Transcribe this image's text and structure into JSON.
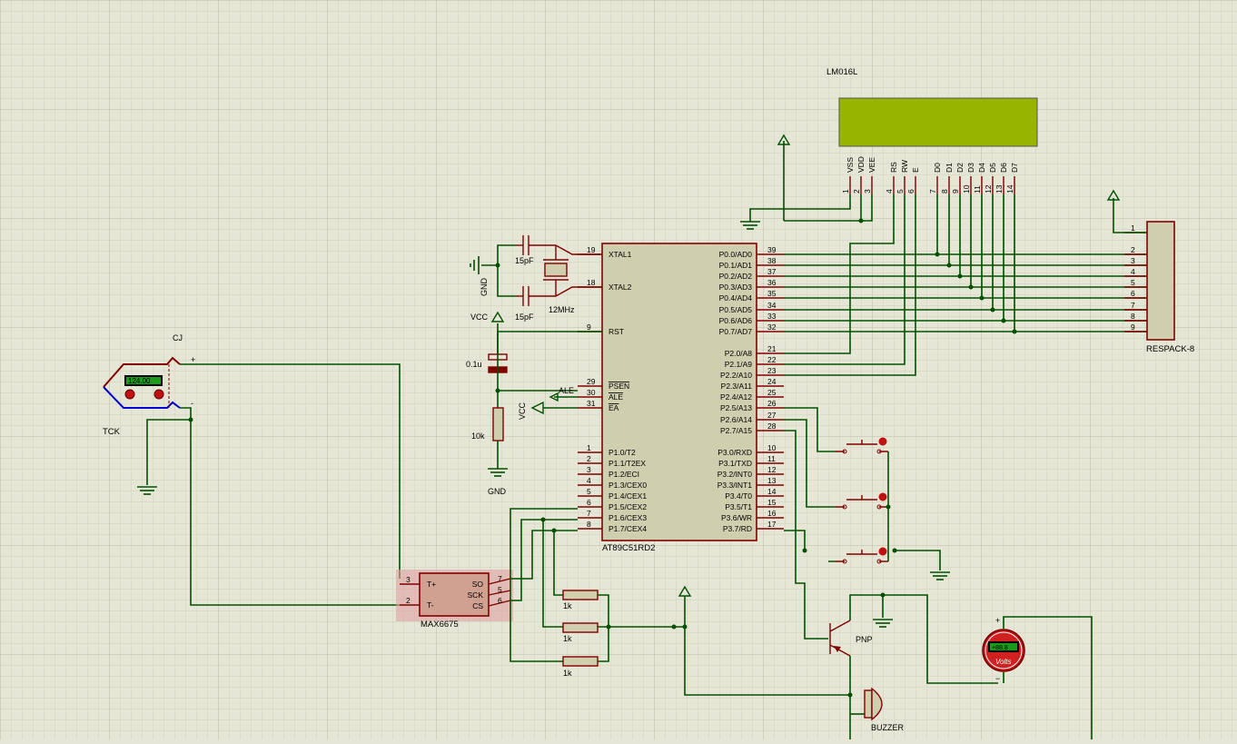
{
  "lcd": {
    "name": "LM016L",
    "pins": [
      "VSS",
      "VDD",
      "VEE",
      "RS",
      "RW",
      "E",
      "D0",
      "D1",
      "D2",
      "D3",
      "D4",
      "D5",
      "D6",
      "D7"
    ],
    "nums": [
      "1",
      "2",
      "3",
      "4",
      "5",
      "6",
      "7",
      "8",
      "9",
      "10",
      "11",
      "12",
      "13",
      "14"
    ],
    "color": "#96b400"
  },
  "mcu": {
    "name": "AT89C51RD2",
    "left": [
      [
        "19",
        "XTAL1"
      ],
      [
        "18",
        "XTAL2"
      ],
      [
        "9",
        "RST"
      ],
      [
        "29",
        "PSEN"
      ],
      [
        "30",
        "ALE"
      ],
      [
        "31",
        "EA"
      ],
      [
        "1",
        "P1.0/T2"
      ],
      [
        "2",
        "P1.1/T2EX"
      ],
      [
        "3",
        "P1.2/ECI"
      ],
      [
        "4",
        "P1.3/CEX0"
      ],
      [
        "5",
        "P1.4/CEX1"
      ],
      [
        "6",
        "P1.5/CEX2"
      ],
      [
        "7",
        "P1.6/CEX3"
      ],
      [
        "8",
        "P1.7/CEX4"
      ]
    ],
    "right": [
      [
        "39",
        "P0.0/AD0"
      ],
      [
        "38",
        "P0.1/AD1"
      ],
      [
        "37",
        "P0.2/AD2"
      ],
      [
        "36",
        "P0.3/AD3"
      ],
      [
        "35",
        "P0.4/AD4"
      ],
      [
        "34",
        "P0.5/AD5"
      ],
      [
        "33",
        "P0.6/AD6"
      ],
      [
        "32",
        "P0.7/AD7"
      ],
      [
        "21",
        "P2.0/A8"
      ],
      [
        "22",
        "P2.1/A9"
      ],
      [
        "23",
        "P2.2/A10"
      ],
      [
        "24",
        "P2.3/A11"
      ],
      [
        "25",
        "P2.4/A12"
      ],
      [
        "26",
        "P2.5/A13"
      ],
      [
        "27",
        "P2.6/A14"
      ],
      [
        "28",
        "P2.7/A15"
      ],
      [
        "10",
        "P3.0/RXD"
      ],
      [
        "11",
        "P3.1/TXD"
      ],
      [
        "12",
        "P3.2/INT0"
      ],
      [
        "13",
        "P3.3/INT1"
      ],
      [
        "14",
        "P3.4/T0"
      ],
      [
        "15",
        "P3.5/T1"
      ],
      [
        "16",
        "P3.6/WR"
      ],
      [
        "17",
        "P3.7/RD"
      ]
    ]
  },
  "respack": {
    "name": "RESPACK-8",
    "nums": [
      "1",
      "2",
      "3",
      "4",
      "5",
      "6",
      "7",
      "8",
      "9"
    ]
  },
  "max": {
    "name": "MAX6675",
    "left": [
      [
        "3",
        "T+"
      ],
      [
        "2",
        "T-"
      ]
    ],
    "right": [
      [
        "7",
        "SO"
      ],
      [
        "5",
        "SCK"
      ],
      [
        "6",
        "CS"
      ]
    ]
  },
  "tck": {
    "name": "TCK",
    "display": "124.00",
    "cj": "CJ",
    "plus": "+",
    "minus": "-"
  },
  "crystal": {
    "cap1": "15pF",
    "cap2": "15pF",
    "xtal": "12MHz"
  },
  "reset": {
    "cap": "0.1u",
    "res": "10k",
    "vcc": "VCC",
    "gnd": "GND"
  },
  "osc_gnd": "GND",
  "ea_vcc": "VCC",
  "ale_label": "ALE",
  "resistors": [
    "1k",
    "1k",
    "1k"
  ],
  "transistor": "PNP",
  "buzzer": "BUZZER",
  "voltmeter": {
    "display": "+88.8",
    "label": "Volts",
    "plus": "+",
    "minus": "−"
  }
}
